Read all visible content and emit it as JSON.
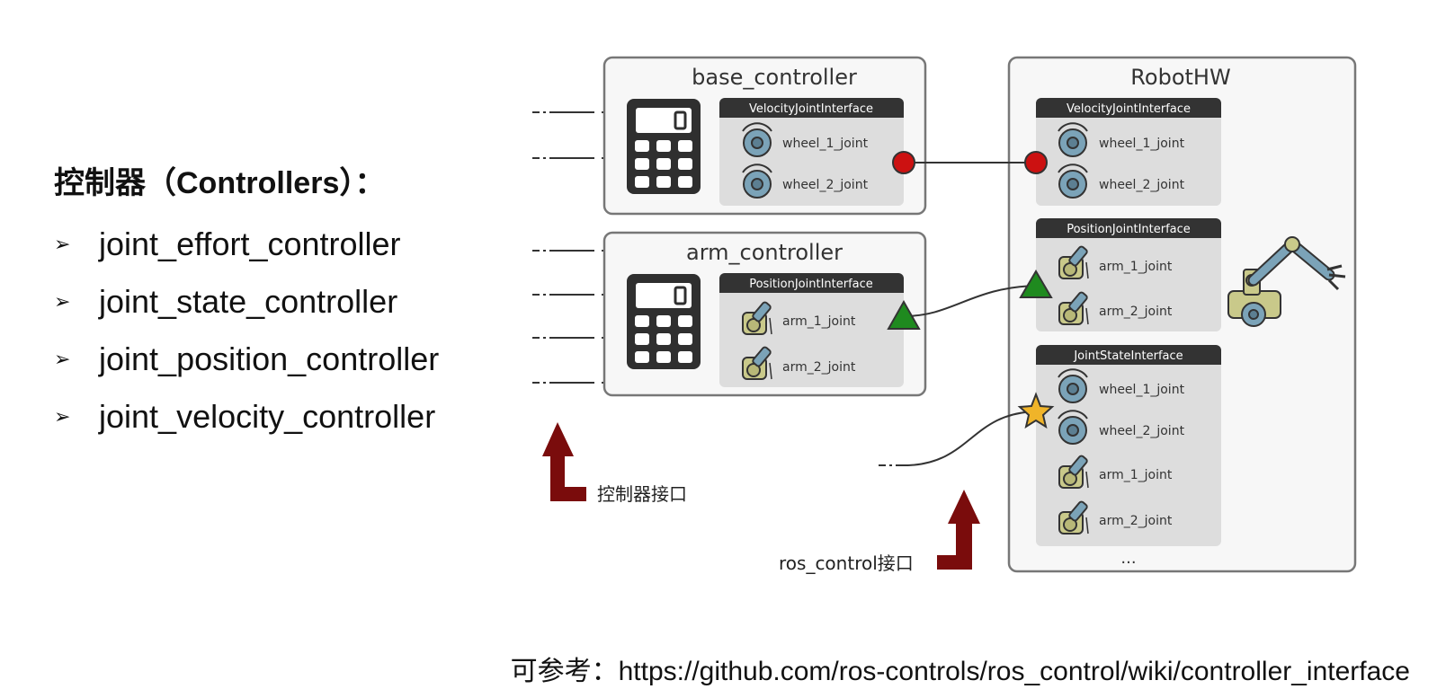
{
  "left_panel": {
    "title": "控制器（Controllers）：",
    "bullet_glyph": "➢",
    "items": [
      "joint_effort_controller",
      "joint_state_controller",
      "joint_position_controller",
      "joint_velocity_controller"
    ]
  },
  "diagram": {
    "base_controller": {
      "title": "base_controller",
      "interface": "VelocityJointInterface",
      "joints": [
        "wheel_1_joint",
        "wheel_2_joint"
      ]
    },
    "arm_controller": {
      "title": "arm_controller",
      "interface": "PositionJointInterface",
      "joints": [
        "arm_1_joint",
        "arm_2_joint"
      ]
    },
    "robothw": {
      "title": "RobotHW",
      "interfaces": [
        {
          "name": "VelocityJointInterface",
          "joints": [
            "wheel_1_joint",
            "wheel_2_joint"
          ]
        },
        {
          "name": "PositionJointInterface",
          "joints": [
            "arm_1_joint",
            "arm_2_joint"
          ]
        },
        {
          "name": "JointStateInterface",
          "joints": [
            "wheel_1_joint",
            "wheel_2_joint",
            "arm_1_joint",
            "arm_2_joint"
          ]
        }
      ],
      "ellipsis": "..."
    },
    "arrow_labels": {
      "controller_interface": "控制器接口",
      "ros_control_interface": "ros_control接口"
    },
    "colors": {
      "velocity_connector": "#cc1111",
      "position_connector": "#1f8a1f",
      "state_connector": "#f0b429",
      "arrow": "#7a0c0c",
      "header": "#333333",
      "wheel_icon": "#7ba3b8",
      "arm_icon": "#c9c98a"
    }
  },
  "footer": {
    "reference": "可参考：https://github.com/ros-controls/ros_control/wiki/controller_interface"
  }
}
